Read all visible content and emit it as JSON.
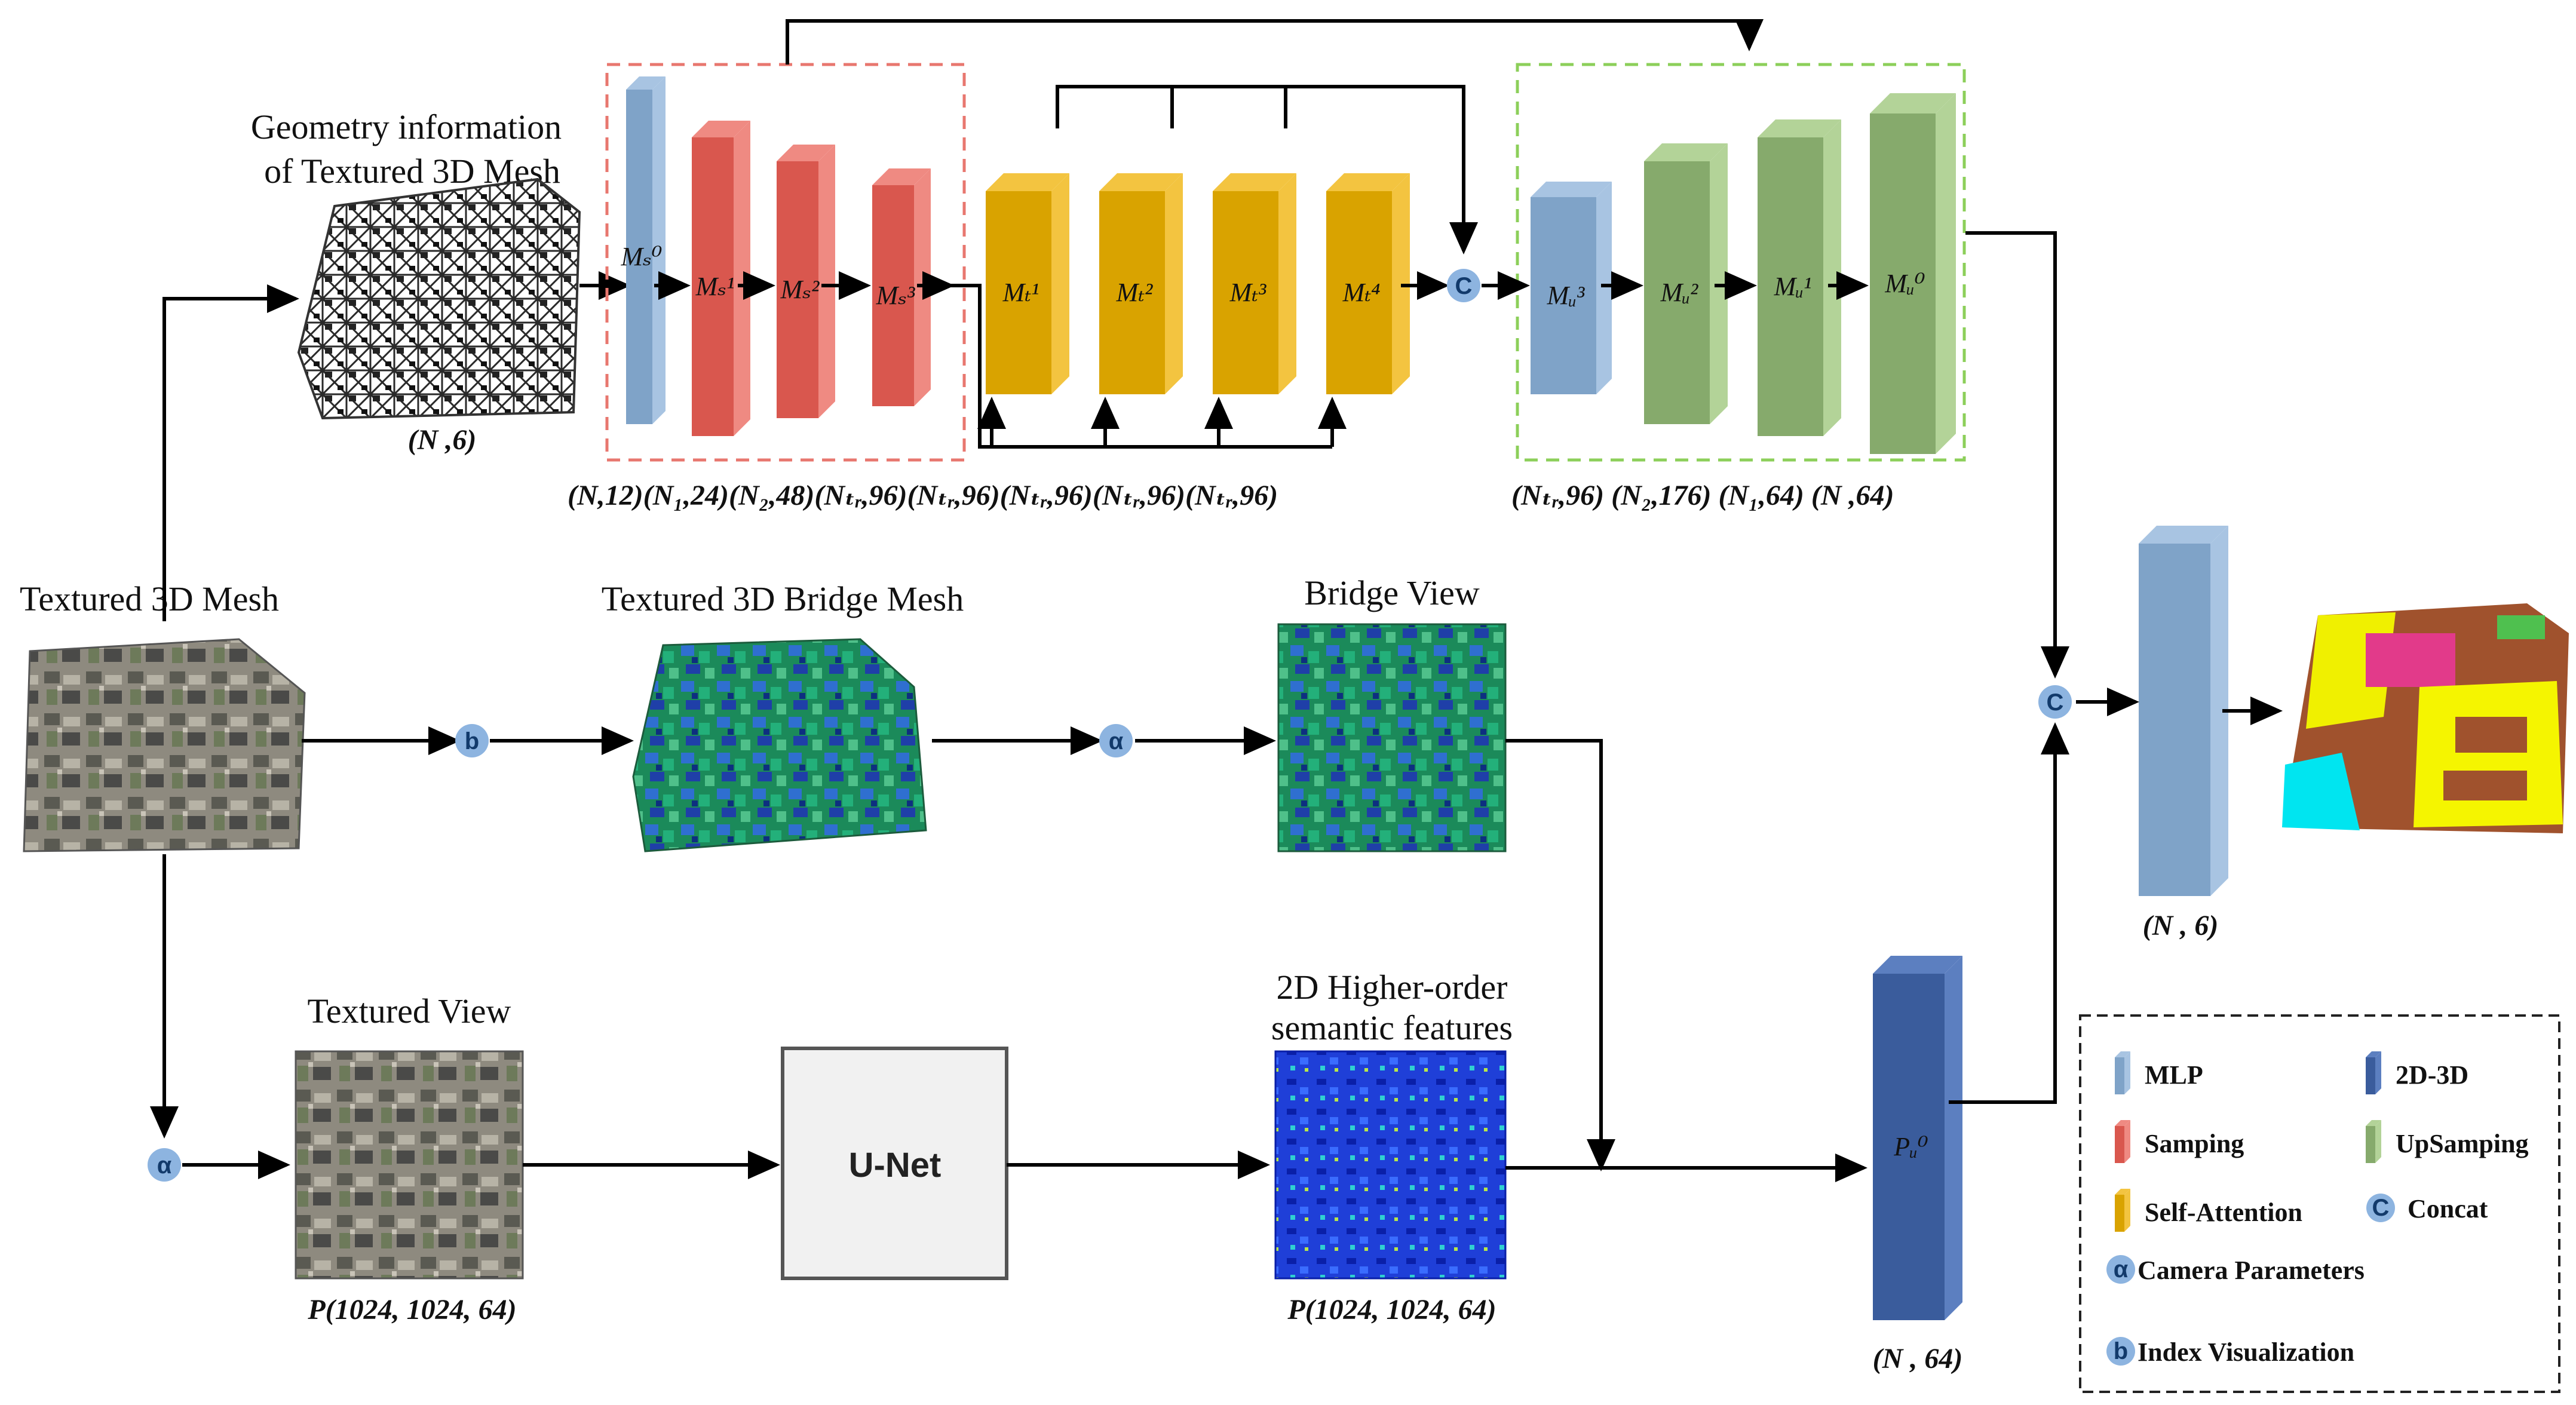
{
  "colors": {
    "mlp": "#7fa3c8",
    "mlp_side": "#a8c4e2",
    "sampling": "#d9574e",
    "sampling_side": "#ef8a82",
    "attention": "#d9a300",
    "attention_side": "#f3c440",
    "upsampling": "#86aa6c",
    "upsampling_side": "#b3d398",
    "proj": "#3a5c9c",
    "proj_side": "#5c7fc0",
    "circle": "#8db4e0",
    "red_dash": "#e8776f",
    "green_dash": "#8ccf5a"
  },
  "labels": {
    "geometry_title_1": "Geometry information",
    "geometry_title_2": "of Textured 3D Mesh",
    "geometry_shape": "(N ,6)",
    "textured_mesh": "Textured 3D Mesh",
    "bridge_mesh": "Textured 3D Bridge Mesh",
    "bridge_view": "Bridge View",
    "textured_view": "Textured View",
    "textured_view_shape": "P(1024, 1024, 64)",
    "semantic_title_1": "2D Higher-order",
    "semantic_title_2": "semantic features",
    "semantic_shape": "P(1024, 1024, 64)",
    "unet": "U-Net",
    "proj_shape": "(N , 64)",
    "final_shape": "(N , 6)",
    "encoder_dims": "(N,12)(N₁,24)(N₂,48)(Nₜᵣ,96)(Nₜᵣ,96)(Nₜᵣ,96)(Nₜᵣ,96)(Nₜᵣ,96)",
    "decoder_dims": "(Nₜᵣ,96) (N₂,176) (N₁,64) (N ,64)"
  },
  "blocks": {
    "ms0": "Mₛ⁰",
    "ms1": "Mₛ¹",
    "ms2": "Mₛ²",
    "ms3": "Mₛ³",
    "mt1": "Mₜ¹",
    "mt2": "Mₜ²",
    "mt3": "Mₜ³",
    "mt4": "Mₜ⁴",
    "mu3": "Mᵤ³",
    "mu2": "Mᵤ²",
    "mu1": "Mᵤ¹",
    "mu0": "Mᵤ⁰",
    "pu0": "Pᵤ⁰"
  },
  "symbols": {
    "concat": "C",
    "camera": "α",
    "index": "b"
  },
  "legend": {
    "mlp": "MLP",
    "proj": "2D-3D",
    "sampling": "Samping",
    "upsampling": "UpSamping",
    "attention": "Self-Attention",
    "concat": "Concat",
    "camera": "Camera Parameters",
    "index": "Index Visualization"
  }
}
